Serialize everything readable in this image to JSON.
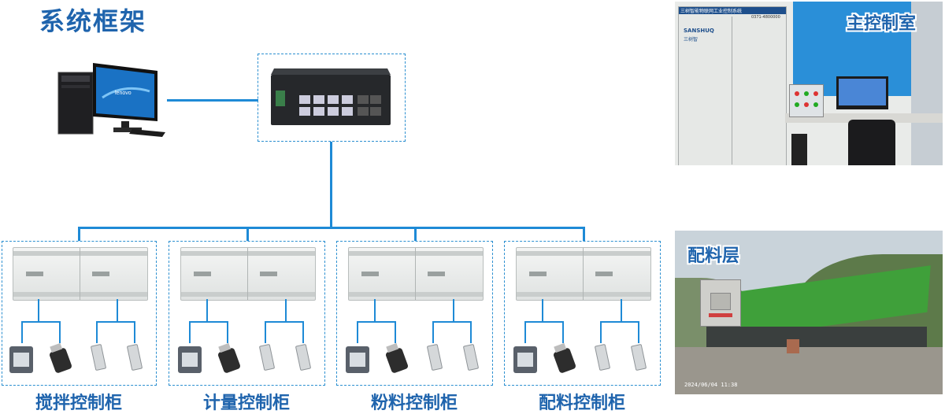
{
  "title": "系统框架",
  "cabinets": [
    {
      "label": "搅拌控制柜"
    },
    {
      "label": "计量控制柜"
    },
    {
      "label": "粉料控制柜"
    },
    {
      "label": "配料控制柜"
    }
  ],
  "pc": {
    "brand": "lenovo"
  },
  "photos": {
    "control_room": {
      "label": "主控制室",
      "cabinet_brand": "SANSHUQ",
      "cabinet_brand_cn": "三树智",
      "cabinet_banner": "三树智能物联网工业控制系统",
      "cabinet_phone": "0371-4800000"
    },
    "batching": {
      "label": "配料层",
      "timestamp": "2024/06/04 11:38"
    }
  },
  "colors": {
    "title": "#1f64ad",
    "wire": "#1e8ad6",
    "dash": "#2b8fd0"
  }
}
